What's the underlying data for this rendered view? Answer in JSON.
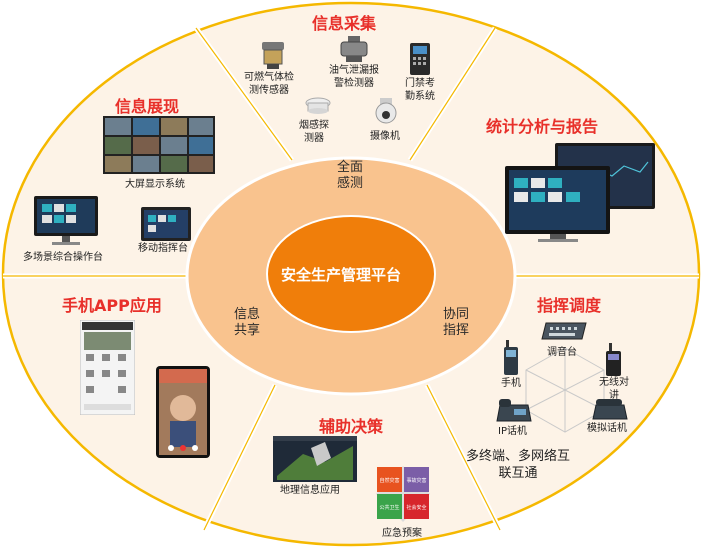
{
  "center": {
    "title": "安全生产管理平台"
  },
  "ring": {
    "top": [
      "全面",
      "感测"
    ],
    "left": [
      "信息",
      "共享"
    ],
    "right": [
      "协同",
      "指挥"
    ]
  },
  "sections": {
    "collect": {
      "title": "信息采集",
      "gas": "可燃气体检测传感器",
      "gas_lines": [
        "可燃气体检",
        "测传感器"
      ],
      "oil_lines": [
        "油气泄漏报",
        "警检测器"
      ],
      "access_lines": [
        "门禁考",
        "勤系统"
      ],
      "smoke_lines": [
        "烟感探",
        "测器"
      ],
      "camera": "摄像机"
    },
    "display": {
      "title": "信息展现",
      "bigscreen": "大屏显示系统",
      "multi": "多场景综合操作台",
      "mobile": "移动指挥台"
    },
    "stats": {
      "title": "统计分析与报告"
    },
    "app": {
      "title": "手机APP应用"
    },
    "dispatch": {
      "title": "指挥调度",
      "console": "调音台",
      "phone": "手机",
      "radio_lines": [
        "无线对",
        "讲"
      ],
      "ip": "IP话机",
      "analog": "模拟话机",
      "note_lines": [
        "多终端、多网络互",
        "联互通"
      ]
    },
    "decision": {
      "title": "辅助决策",
      "gis": "地理信息应用",
      "plan": "应急预案",
      "tiles": [
        "自然灾害",
        "事故灾害",
        "公共卫生",
        "社会安全"
      ]
    }
  },
  "colors": {
    "outer_fill": "#fdf3e7",
    "outer_stroke": "#f5b800",
    "ring_fill": "#f9c38e",
    "center_fill": "#f07e0a",
    "accent_red": "#e8302a"
  }
}
